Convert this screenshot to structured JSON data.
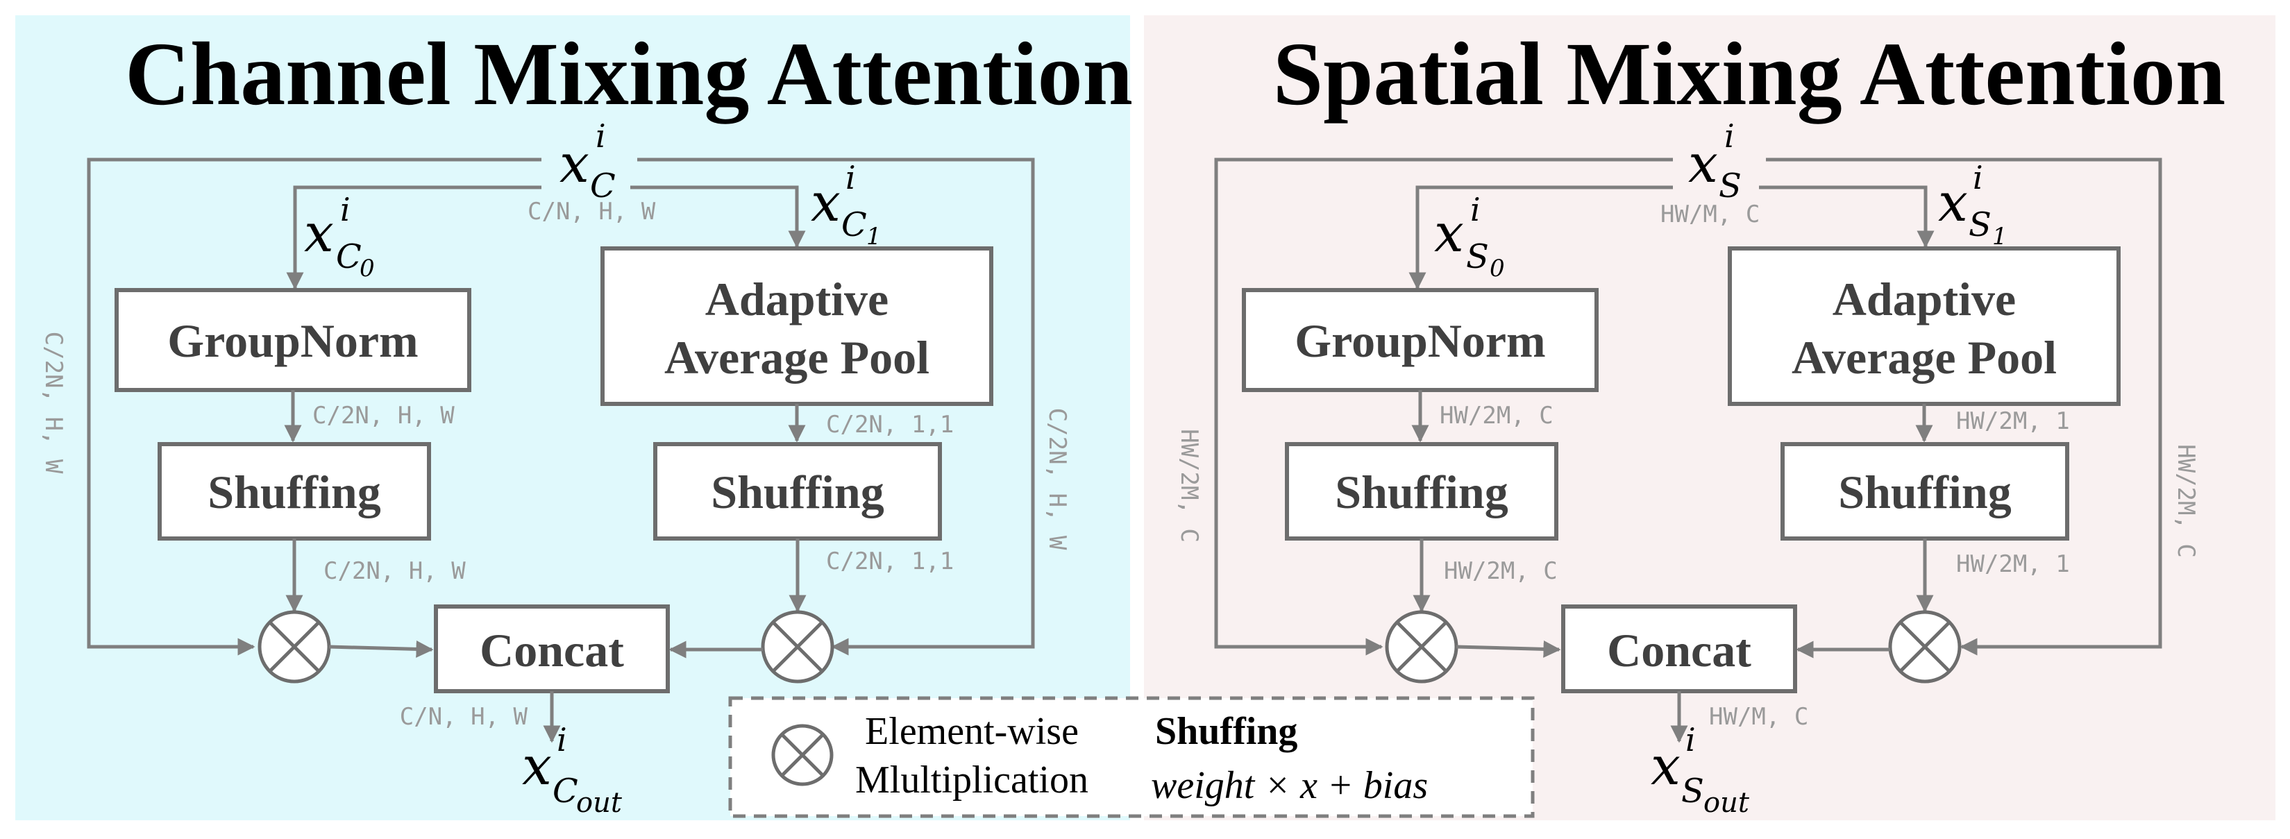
{
  "colors": {
    "left_panel_bg": "#e0f9fc",
    "right_panel_bg": "#f9f1f1",
    "line": "#7f7f7f",
    "box_border": "#6d6d6d",
    "dim_text": "#9a9a9a"
  },
  "channel": {
    "title": "Channel Mixing Attention",
    "input": {
      "base": "x",
      "sub": "C",
      "sup": "i"
    },
    "branch0": {
      "base": "x",
      "sub": "C",
      "subsub": "0",
      "sup": "i"
    },
    "branch1": {
      "base": "x",
      "sub": "C",
      "subsub": "1",
      "sup": "i"
    },
    "output": {
      "base": "x",
      "sub": "C",
      "subsub": "out",
      "sup": "i"
    },
    "groupnorm_label": "GroupNorm",
    "pool_label_line1": "Adaptive",
    "pool_label_line2": "Average Pool",
    "shuffle_left_label": "Shuffing",
    "shuffle_right_label": "Shuffing",
    "concat_label": "Concat",
    "dims": {
      "input": "C/N, H, W",
      "after_groupnorm": "C/2N, H, W",
      "after_shuffle_left": "C/2N, H, W",
      "after_pool": "C/2N, 1,1",
      "after_shuffle_right": "C/2N, 1,1",
      "skip_left": "C/2N, H, W",
      "skip_right": "C/2N, H, W",
      "output": "C/N, H, W"
    }
  },
  "spatial": {
    "title": "Spatial Mixing Attention",
    "input": {
      "base": "x",
      "sub": "S",
      "sup": "i"
    },
    "branch0": {
      "base": "x",
      "sub": "S",
      "subsub": "0",
      "sup": "i"
    },
    "branch1": {
      "base": "x",
      "sub": "S",
      "subsub": "1",
      "sup": "i"
    },
    "output": {
      "base": "x",
      "sub": "S",
      "subsub": "out",
      "sup": "i"
    },
    "groupnorm_label": "GroupNorm",
    "pool_label_line1": "Adaptive",
    "pool_label_line2": "Average Pool",
    "shuffle_left_label": "Shuffing",
    "shuffle_right_label": "Shuffing",
    "concat_label": "Concat",
    "dims": {
      "input": "HW/M, C",
      "after_groupnorm": "HW/2M, C",
      "after_shuffle_left": "HW/2M, C",
      "after_pool": "HW/2M, 1",
      "after_shuffle_right": "HW/2M, 1",
      "skip_left": "HW/2M, C",
      "skip_right": "HW/2M, C",
      "output": "HW/M, C"
    }
  },
  "legend": {
    "symbol_line1": "Element-wise",
    "symbol_line2": "Mlultiplication",
    "shuffle_title": "Shuffing",
    "formula": "weight × x + bias"
  }
}
